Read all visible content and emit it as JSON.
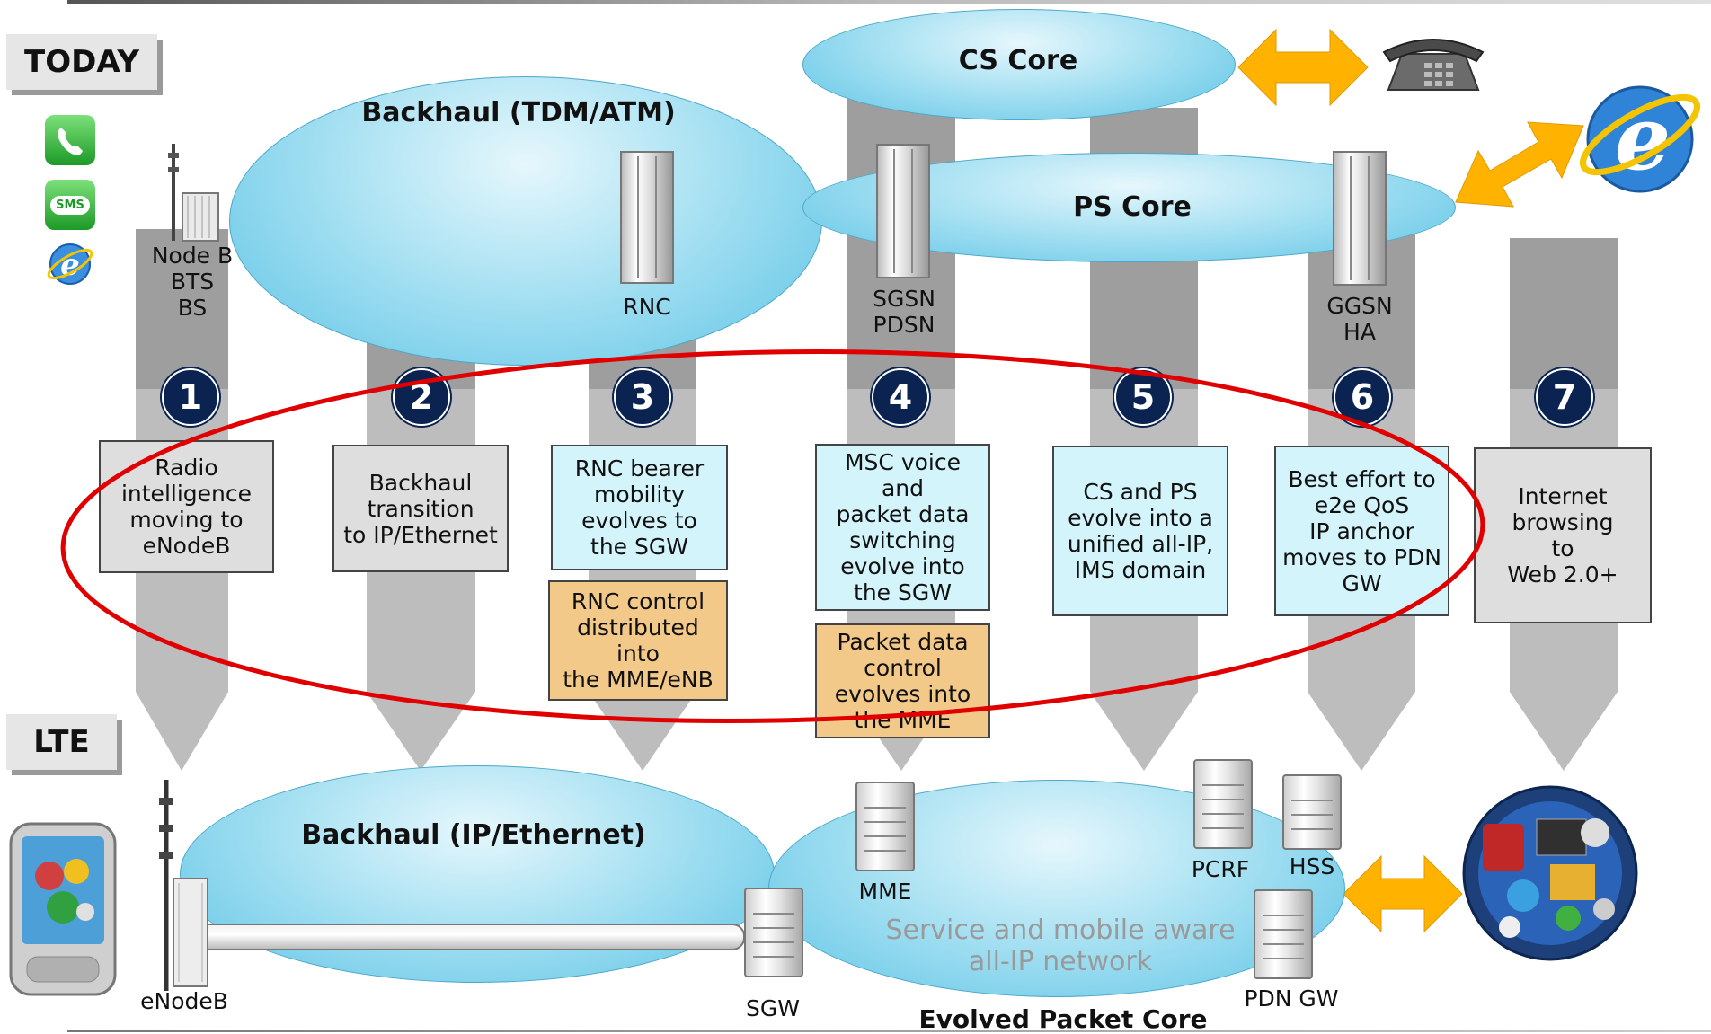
{
  "tags": {
    "today": "TODAY",
    "lte": "LTE"
  },
  "clouds": {
    "cs_core": "CS Core",
    "backhaul_tdm": "Backhaul (TDM/ATM)",
    "ps_core": "PS Core",
    "backhaul_ip": "Backhaul  (IP/Ethernet)",
    "epc_inner": "Service and mobile aware\nall-IP network",
    "epc_caption": "Evolved Packet Core"
  },
  "today_nodes": {
    "nodeb": "Node B\nBTS\nBS",
    "rnc": "RNC",
    "sgsn": "SGSN\nPDSN",
    "ggsn": "GGSN\nHA"
  },
  "lte_nodes": {
    "enodeb": "eNodeB",
    "sgw": "SGW",
    "mme": "MME",
    "pcrf": "PCRF",
    "hss": "HSS",
    "pdngw": "PDN GW"
  },
  "steps": [
    {
      "num": "1",
      "text": "Radio\nintelligence\nmoving to\neNodeB"
    },
    {
      "num": "2",
      "text": "Backhaul\ntransition\nto IP/Ethernet"
    },
    {
      "num": "3",
      "text": "RNC bearer\nmobility\nevolves to\nthe SGW",
      "extra": "RNC control\ndistributed\ninto\nthe MME/eNB"
    },
    {
      "num": "4",
      "text": "MSC voice and\npacket data\nswitching\nevolve into\nthe SGW",
      "extra": "Packet data\ncontrol\nevolves into\nthe MME"
    },
    {
      "num": "5",
      "text": "CS and PS\nevolve into a\nunified all-IP,\nIMS domain"
    },
    {
      "num": "6",
      "text": "Best effort to\ne2e QoS\nIP anchor\nmoves to PDN\nGW"
    },
    {
      "num": "7",
      "text": "Internet\nbrowsing\nto\nWeb 2.0+"
    }
  ],
  "app_icons": {
    "sms": "SMS"
  },
  "colors": {
    "cloud": "#8fd6ee",
    "arrow": "#ffb300",
    "badge": "#0a2350",
    "ellipse": "#e00000"
  }
}
